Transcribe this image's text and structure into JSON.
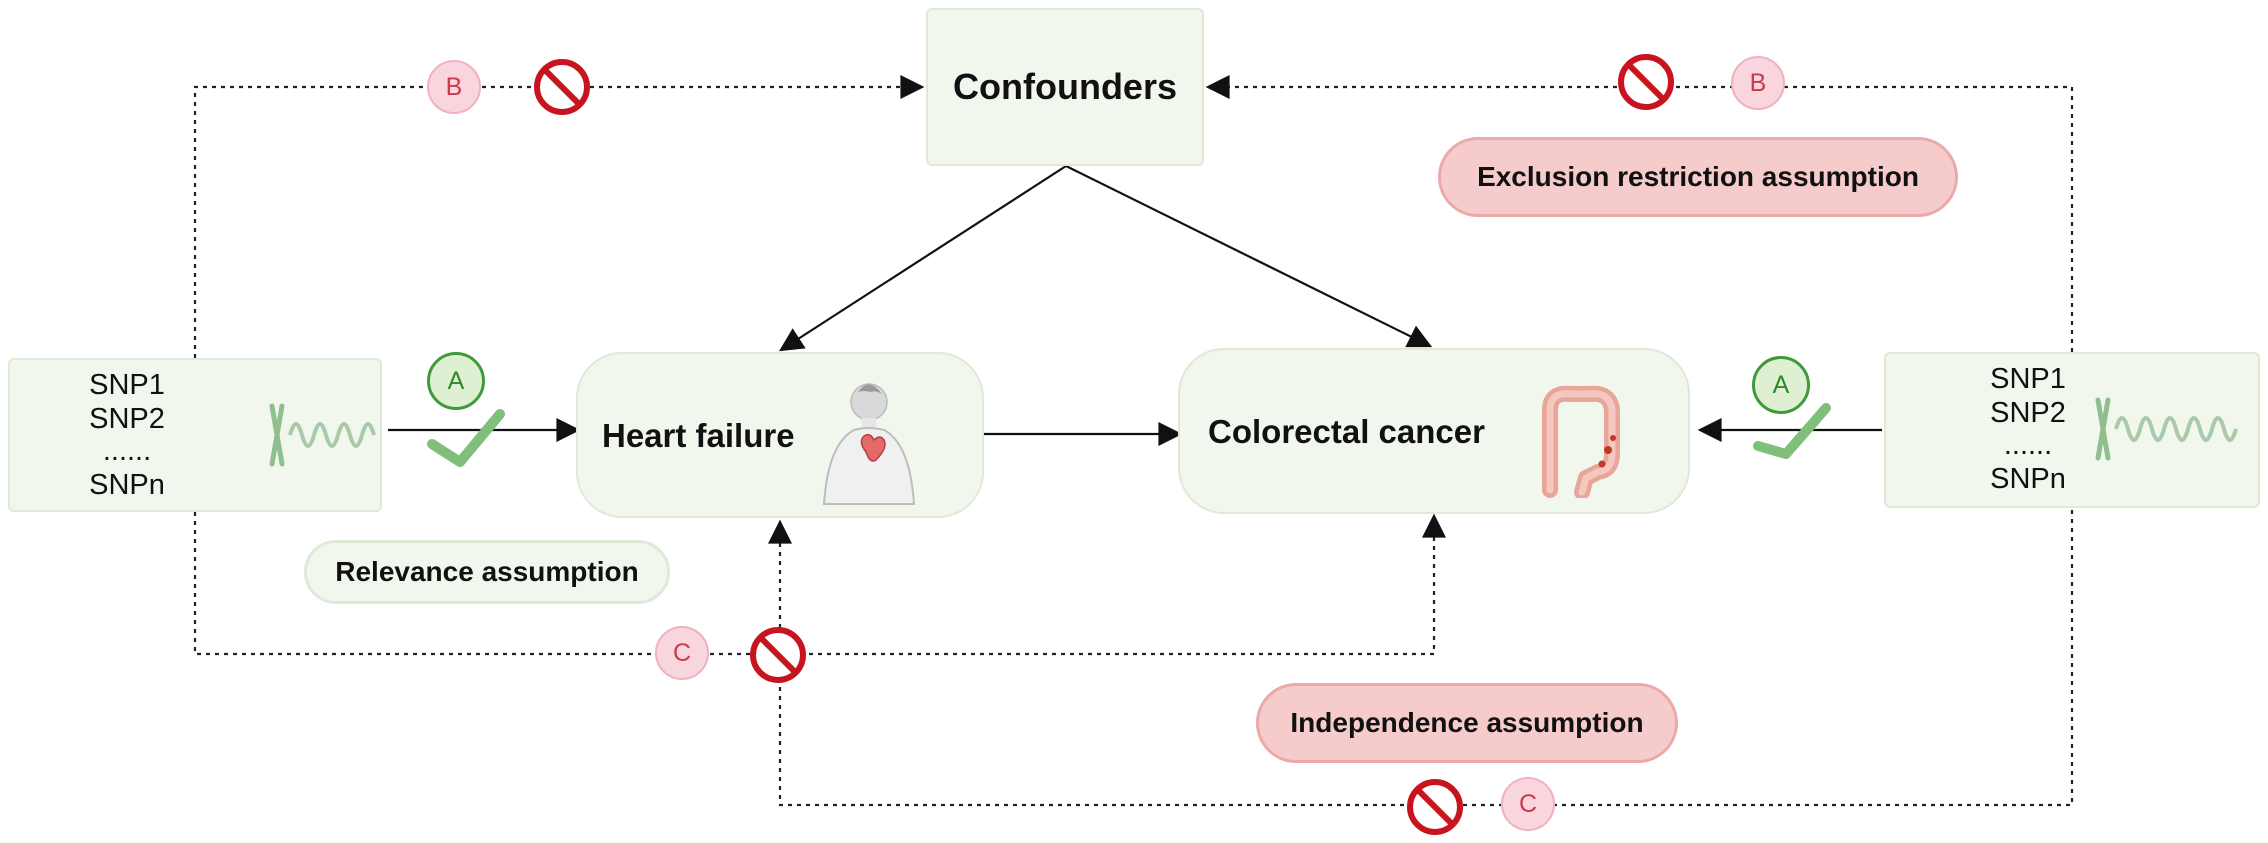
{
  "nodes": {
    "snp_left": {
      "lines": [
        "SNP1",
        "SNP2",
        "......",
        "SNPn"
      ]
    },
    "snp_right": {
      "lines": [
        "SNP1",
        "SNP2",
        "......",
        "SNPn"
      ]
    },
    "confounders": {
      "label": "Confounders"
    },
    "heart_failure": {
      "label": "Heart failure"
    },
    "colorectal_cancer": {
      "label": "Colorectal cancer"
    }
  },
  "assumptions": {
    "relevance": "Relevance assumption",
    "exclusion": "Exclusion restriction assumption",
    "independence": "Independence assumption"
  },
  "badges": {
    "a": "A",
    "b": "B",
    "c": "C"
  },
  "icons": [
    "chromosome-icon",
    "heart-torso-icon",
    "colon-icon",
    "check-icon",
    "prohibited-icon"
  ],
  "colors": {
    "box_fill": "#f2f7ee",
    "box_border": "#dfe9d8",
    "red_pill_fill": "#f6cbcb",
    "prohibit_red": "#c8141e",
    "check_green": "#7fbf7a"
  }
}
